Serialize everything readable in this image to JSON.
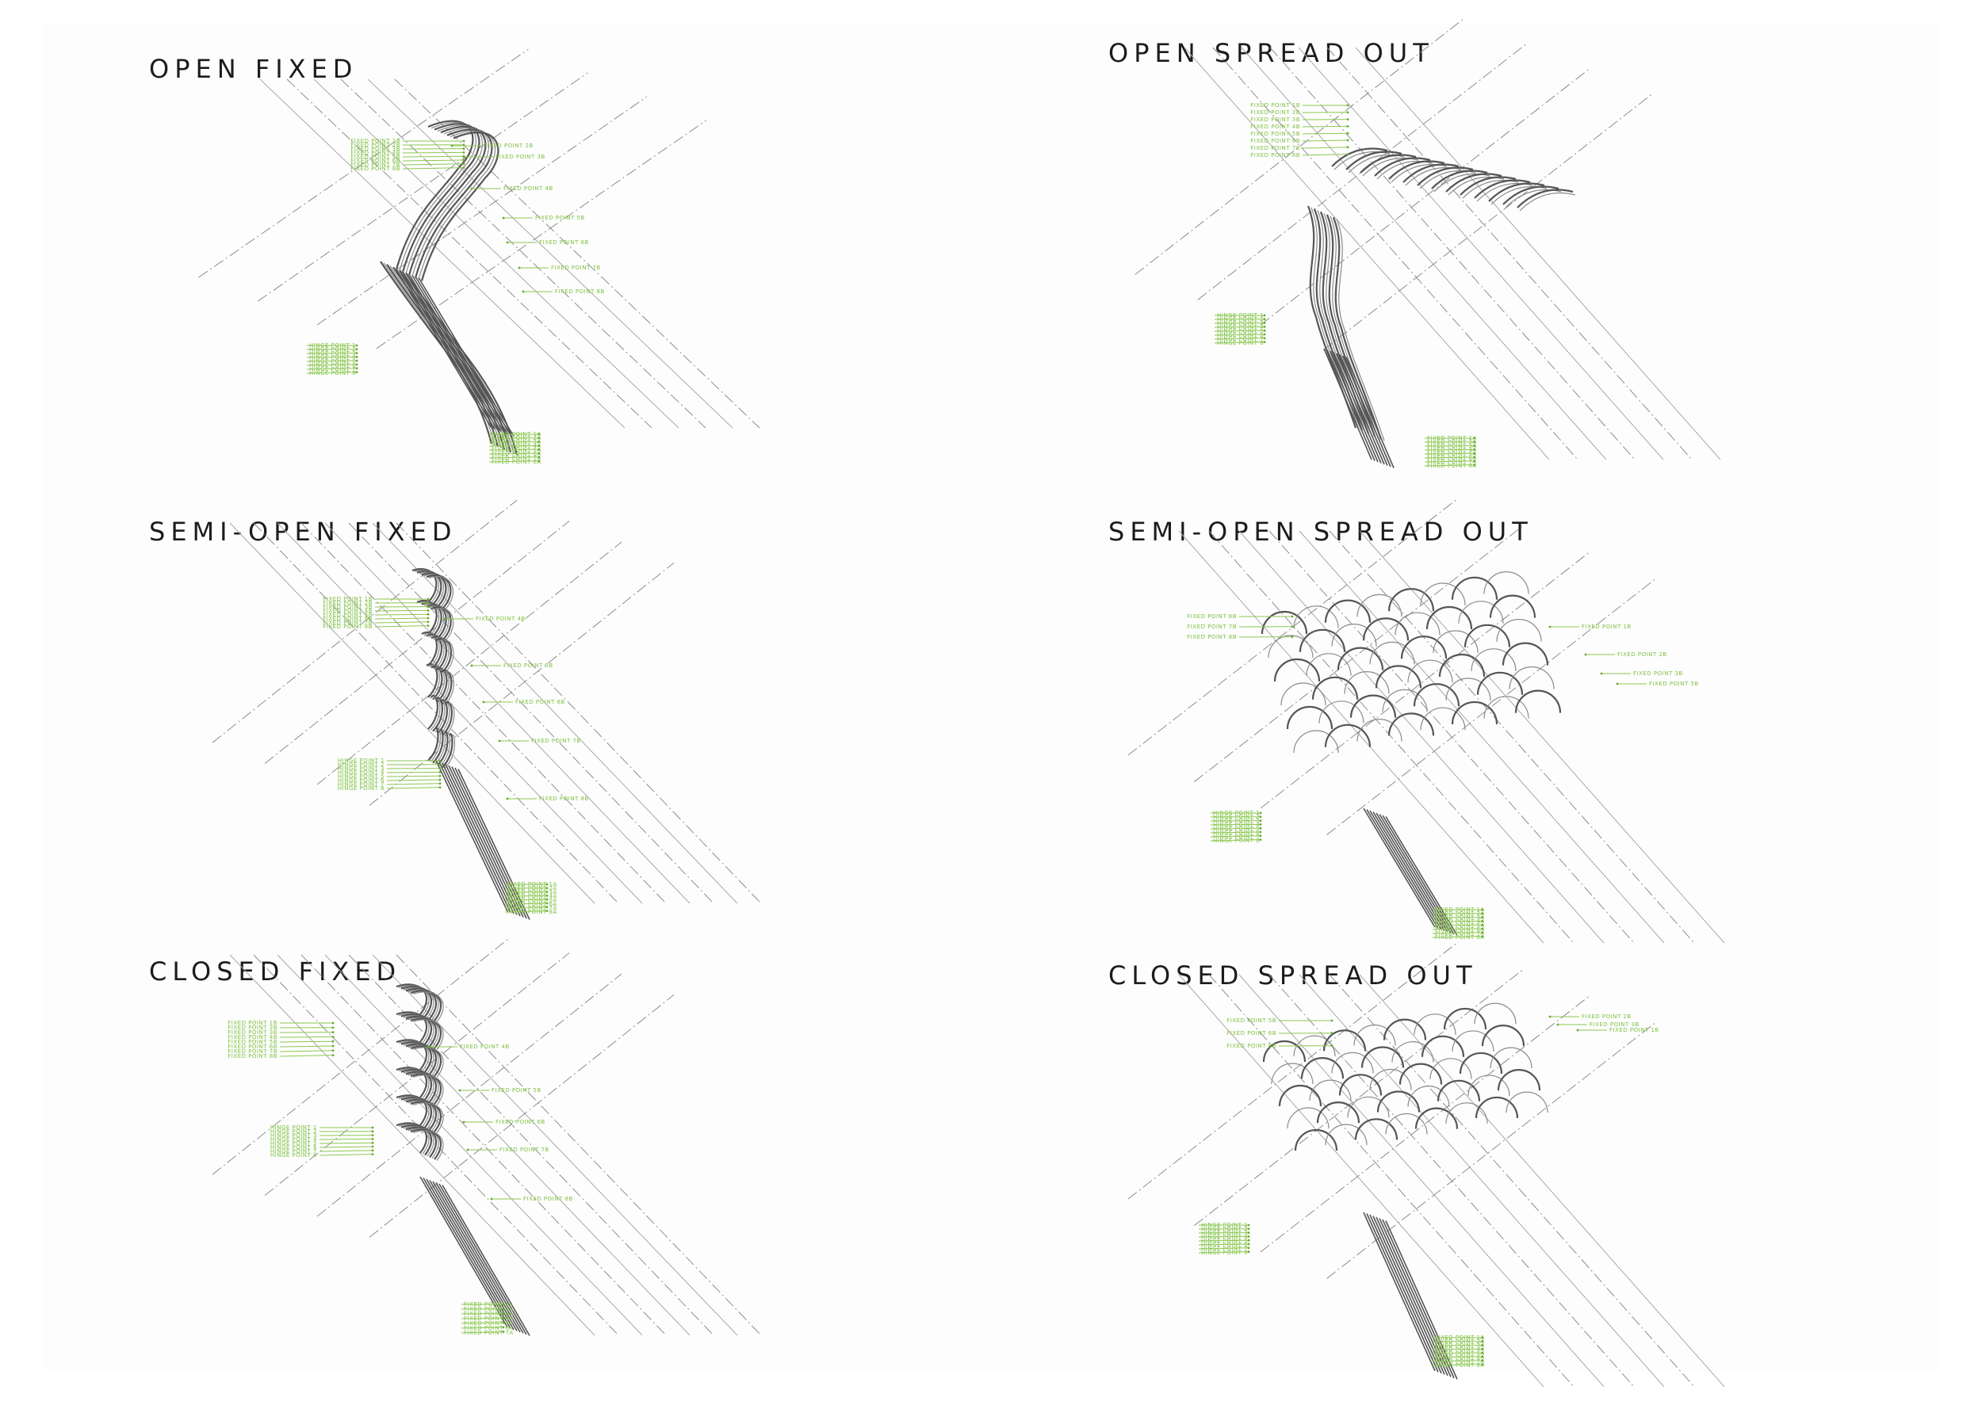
{
  "panels": [
    {
      "id": "open-fixed",
      "title": "OPEN FIXED",
      "labels": {
        "fixed_b": [
          "FIXED POINT 1B",
          "FIXED POINT 2B",
          "FIXED POINT 3B",
          "FIXED POINT 4B",
          "FIXED POINT 5B",
          "FIXED POINT 6B",
          "FIXED POINT 7B",
          "FIXED POINT 8B"
        ],
        "hinge": [
          "HINGE POINT 1",
          "HINGE POINT 2",
          "HINGE POINT 3",
          "HINGE POINT 4",
          "HINGE POINT 5",
          "HINGE POINT 6",
          "HINGE POINT 7",
          "HINGE POINT 8"
        ],
        "fixed_a": [
          "FIXED POINT 1A",
          "FIXED POINT 2A",
          "FIXED POINT 3A",
          "FIXED POINT 4A",
          "FIXED POINT 5A",
          "FIXED POINT 6A",
          "FIXED POINT 7A",
          "FIXED POINT 8A"
        ],
        "callouts": [
          "FIXED POINT 2B",
          "FIXED POINT 3B",
          "FIXED POINT 4B",
          "FIXED POINT 5B",
          "FIXED POINT 6B",
          "FIXED POINT 7B",
          "FIXED POINT 8B"
        ]
      }
    },
    {
      "id": "open-spread-out",
      "title": "OPEN SPREAD OUT",
      "labels": {
        "fixed_b": [
          "FIXED POINT 1B",
          "FIXED POINT 2B",
          "FIXED POINT 3B",
          "FIXED POINT 4B",
          "FIXED POINT 5B",
          "FIXED POINT 6B",
          "FIXED POINT 7B",
          "FIXED POINT 8B"
        ],
        "hinge": [
          "HINGE POINT 1",
          "HINGE POINT 2",
          "HINGE POINT 3",
          "HINGE POINT 4",
          "HINGE POINT 5",
          "HINGE POINT 6",
          "HINGE POINT 7",
          "HINGE POINT 8"
        ],
        "fixed_a": [
          "FIXED POINT 1A",
          "FIXED POINT 2A",
          "FIXED POINT 3A",
          "FIXED POINT 4A",
          "FIXED POINT 5A",
          "FIXED POINT 6A",
          "FIXED POINT 7A",
          "FIXED POINT 8A"
        ],
        "callouts": []
      }
    },
    {
      "id": "semi-open-fixed",
      "title": "SEMI-OPEN FIXED",
      "labels": {
        "fixed_b": [
          "FIXED POINT 1B",
          "FIXED POINT 2B",
          "FIXED POINT 3B",
          "FIXED POINT 4B",
          "FIXED POINT 5B",
          "FIXED POINT 6B",
          "FIXED POINT 7B",
          "FIXED POINT 8B"
        ],
        "hinge": [
          "HINGE POINT 1",
          "HINGE POINT 2",
          "HINGE POINT 3",
          "HINGE POINT 4",
          "HINGE POINT 5",
          "HINGE POINT 6",
          "HINGE POINT 7",
          "HINGE POINT 8"
        ],
        "fixed_a": [
          "FIXED POINT 1A",
          "FIXED POINT 2A",
          "FIXED POINT 3A",
          "FIXED POINT 4A",
          "FIXED POINT 5A",
          "FIXED POINT 6A",
          "FIXED POINT 7A",
          "FIXED POINT 8A"
        ],
        "callouts": [
          "FIXED POINT 4B",
          "FIXED POINT 5B",
          "FIXED POINT 6B",
          "FIXED POINT 7B",
          "FIXED POINT 8B"
        ]
      }
    },
    {
      "id": "semi-open-spread-out",
      "title": "SEMI-OPEN SPREAD OUT",
      "labels": {
        "fixed_b": [
          "FIXED POINT 6B",
          "FIXED POINT 7B",
          "FIXED POINT 8B"
        ],
        "hinge": [
          "HINGE POINT 1",
          "HINGE POINT 2",
          "HINGE POINT 3",
          "HINGE POINT 4",
          "HINGE POINT 5",
          "HINGE POINT 6",
          "HINGE POINT 7",
          "HINGE POINT 8"
        ],
        "fixed_a": [
          "FIXED POINT 1A",
          "FIXED POINT 2A",
          "FIXED POINT 3A",
          "FIXED POINT 4A",
          "FIXED POINT 5A",
          "FIXED POINT 6A",
          "FIXED POINT 7A",
          "FIXED POINT 8A"
        ],
        "callouts": [
          "FIXED POINT 1B",
          "FIXED POINT 2B",
          "FIXED POINT 3B",
          "FIXED POINT 5B"
        ]
      }
    },
    {
      "id": "closed-fixed",
      "title": "CLOSED FIXED",
      "labels": {
        "fixed_b": [
          "FIXED POINT 1B",
          "FIXED POINT 2B",
          "FIXED POINT 3B",
          "FIXED POINT 4B",
          "FIXED POINT 5B",
          "FIXED POINT 6B",
          "FIXED POINT 7B",
          "FIXED POINT 8B"
        ],
        "hinge": [
          "HINGE POINT 1",
          "HINGE POINT 2",
          "HINGE POINT 3",
          "HINGE POINT 4",
          "HINGE POINT 5",
          "HINGE POINT 6",
          "HINGE POINT 7",
          "HINGE POINT 8"
        ],
        "fixed_a": [
          "FIXED POINT 1A",
          "FIXED POINT 2A",
          "FIXED POINT 3A",
          "FIXED POINT 4A",
          "FIXED POINT 5A",
          "FIXED POINT 6A",
          "FIXED POINT 7A"
        ],
        "callouts": [
          "FIXED POINT 4B",
          "FIXED POINT 5B",
          "FIXED POINT 6B",
          "FIXED POINT 7B",
          "FIXED POINT 8B"
        ]
      }
    },
    {
      "id": "closed-spread-out",
      "title": "CLOSED SPREAD OUT",
      "labels": {
        "fixed_b": [
          "FIXED POINT 5B",
          "FIXED POINT 6B",
          "FIXED POINT 8B"
        ],
        "hinge": [
          "HINGE POINT 1",
          "HINGE POINT 2",
          "HINGE POINT 3",
          "HINGE POINT 4",
          "HINGE POINT 5",
          "HINGE POINT 6",
          "HINGE POINT 7",
          "HINGE POINT 8"
        ],
        "fixed_a": [
          "FIXED POINT 1A",
          "FIXED POINT 2A",
          "FIXED POINT 3A",
          "FIXED POINT 4A",
          "FIXED POINT 5A",
          "FIXED POINT 6A",
          "FIXED POINT 7A",
          "FIXED POINT 8A"
        ],
        "callouts": [
          "FIXED POINT 2B",
          "FIXED POINT 3B",
          "FIXED POINT 1B"
        ]
      }
    }
  ],
  "colors": {
    "label_green": "#7fc241",
    "structure": "#555555",
    "construction": "#8d8d8d",
    "title": "#1c1c1c"
  }
}
